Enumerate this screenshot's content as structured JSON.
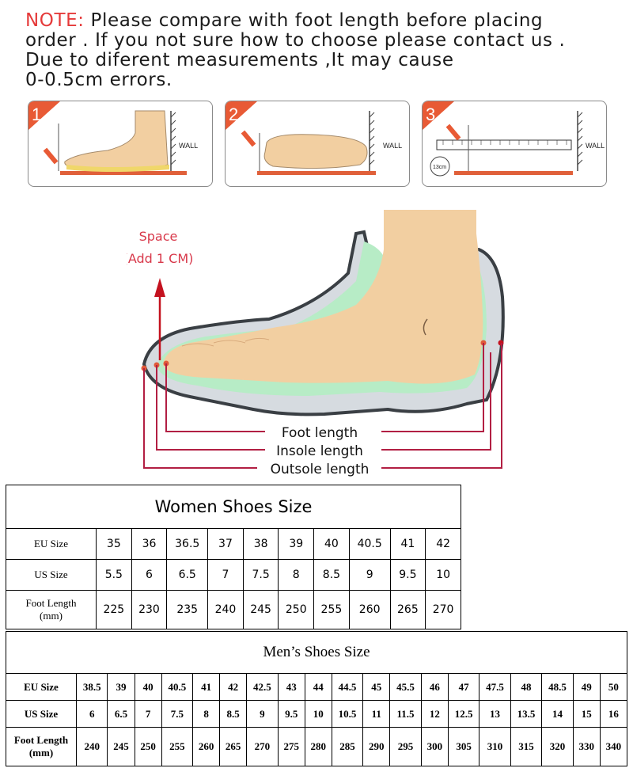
{
  "note": {
    "label": "NOTE:",
    "line1": " Please compare with foot length before placing",
    "line2": "order . If you not sure how to choose please contact us .",
    "line3": "Due to diferent measurements ,It may cause",
    "line4": "0-0.5cm errors."
  },
  "steps": [
    {
      "number": "1",
      "wall": "WALL"
    },
    {
      "number": "2",
      "wall": "WALL"
    },
    {
      "number": "3",
      "wall": "WALL",
      "tag": "13cm"
    }
  ],
  "diagram": {
    "space": "Space",
    "space_note": "(Add 1 CM)",
    "foot_length": "Foot length",
    "insole_length": "Insole length",
    "outsole_length": "Outsole length"
  },
  "women": {
    "title": "Women Shoes Size",
    "eu_label": "EU Size",
    "us_label": "US Size",
    "fl_label_1": "Foot Length",
    "fl_label_2": "(mm)",
    "eu": [
      "35",
      "36",
      "36.5",
      "37",
      "38",
      "39",
      "40",
      "40.5",
      "41",
      "42"
    ],
    "us": [
      "5.5",
      "6",
      "6.5",
      "7",
      "7.5",
      "8",
      "8.5",
      "9",
      "9.5",
      "10"
    ],
    "fl": [
      "225",
      "230",
      "235",
      "240",
      "245",
      "250",
      "255",
      "260",
      "265",
      "270"
    ]
  },
  "men": {
    "title": "Men’s Shoes Size",
    "eu_label": "EU Size",
    "us_label": "US Size",
    "fl_label_1": "Foot Length",
    "fl_label_2": "(mm)",
    "eu": [
      "38.5",
      "39",
      "40",
      "40.5",
      "41",
      "42",
      "42.5",
      "43",
      "44",
      "44.5",
      "45",
      "45.5",
      "46",
      "47",
      "47.5",
      "48",
      "48.5",
      "49",
      "50"
    ],
    "us": [
      "6",
      "6.5",
      "7",
      "7.5",
      "8",
      "8.5",
      "9",
      "9.5",
      "10",
      "10.5",
      "11",
      "11.5",
      "12",
      "12.5",
      "13",
      "13.5",
      "14",
      "15",
      "16"
    ],
    "fl": [
      "240",
      "245",
      "250",
      "255",
      "260",
      "265",
      "270",
      "275",
      "280",
      "285",
      "290",
      "295",
      "300",
      "305",
      "310",
      "315",
      "320",
      "330",
      "340"
    ]
  },
  "colors": {
    "accent": "#e85a35",
    "note_red": "#e53a3a",
    "arrow_red": "#c4121f",
    "dim_line": "#b21f43"
  }
}
